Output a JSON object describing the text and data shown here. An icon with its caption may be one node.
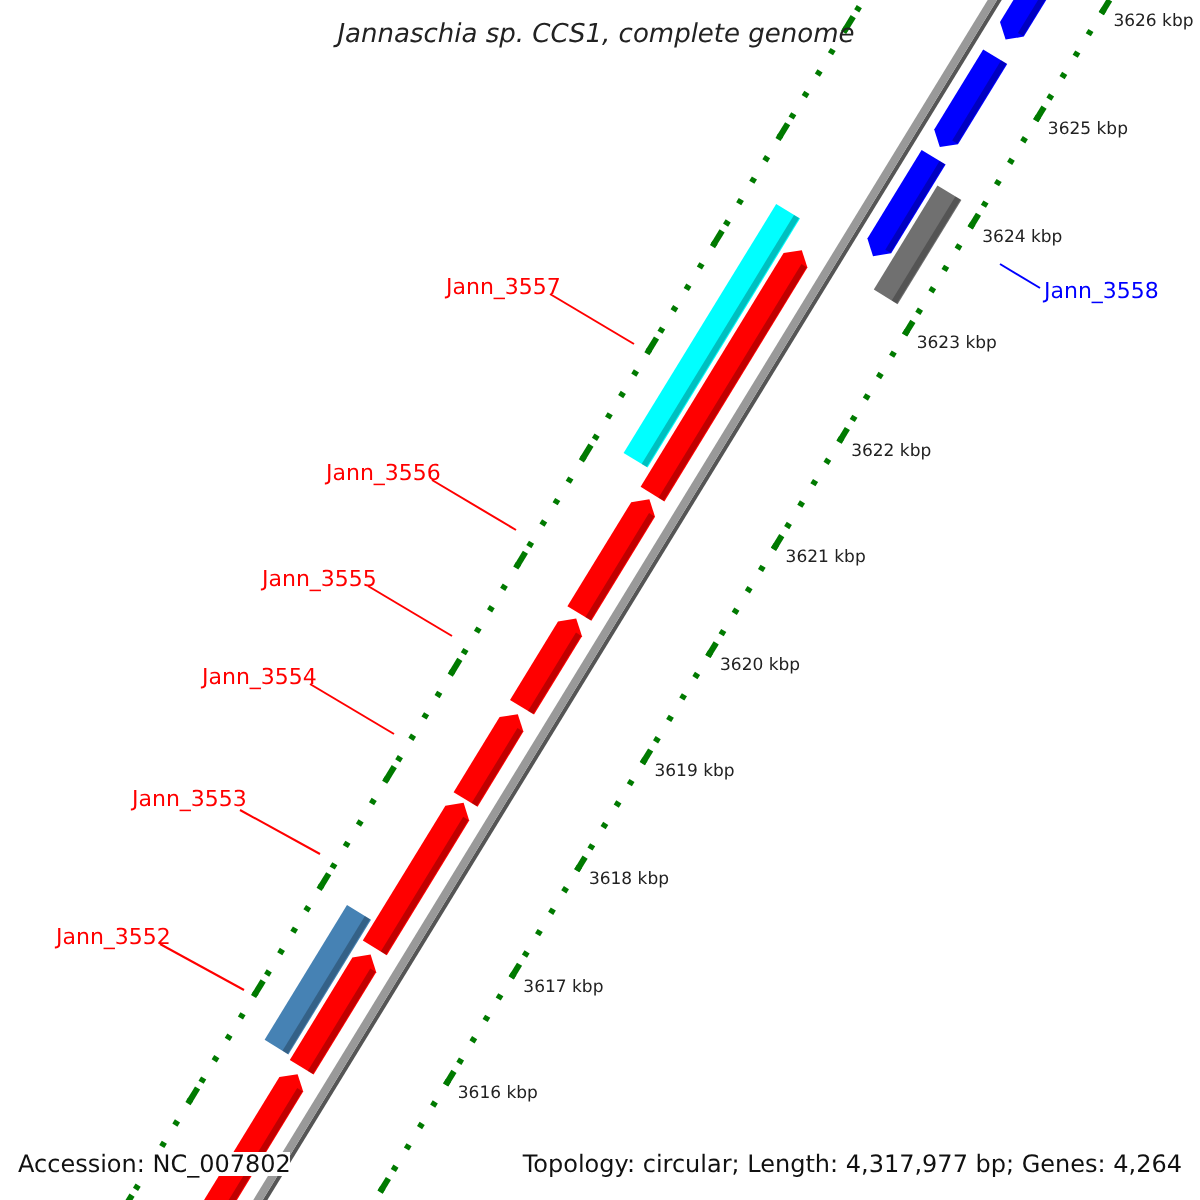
{
  "diagram": {
    "title": "Jannaschia sp. CCS1, complete genome",
    "nodes": [
      {
        "text": [
          "Jann_3558"
        ]
      },
      {
        "text": [
          "Jann_3557"
        ]
      },
      {
        "text": [
          "Jann_3556"
        ]
      },
      {
        "text": [
          "Jann_3555"
        ]
      },
      {
        "text": [
          "Jann_3554"
        ]
      },
      {
        "text": [
          "Jann_3553"
        ]
      },
      {
        "text": [
          "Jann_3552"
        ]
      }
    ],
    "edges": [
      {
        "from": 0,
        "to": null,
        "arrow": "none",
        "color": "#0000ff"
      },
      {
        "from": 1,
        "to": null,
        "arrow": "none"
      },
      {
        "from": 2,
        "to": null,
        "arrow": "none"
      },
      {
        "from": 3,
        "to": null,
        "arrow": "none"
      },
      {
        "from": 4,
        "to": null,
        "arrow": "none"
      },
      {
        "from": 5,
        "to": null,
        "arrow": "none"
      },
      {
        "from": 6,
        "to": null,
        "arrow": "none"
      }
    ],
    "labels": [
      "3626 kbp",
      "3625 kbp",
      "3624 kbp",
      "3623 kbp",
      "3622 kbp",
      "3621 kbp",
      "3620 kbp",
      "3619 kbp",
      "3618 kbp",
      "3617 kbp",
      "3616 kbp",
      "Accession: NC_007802",
      "Topology: circular; Length: 4,317,977 bp; Genes: 4,264"
    ]
  }
}
